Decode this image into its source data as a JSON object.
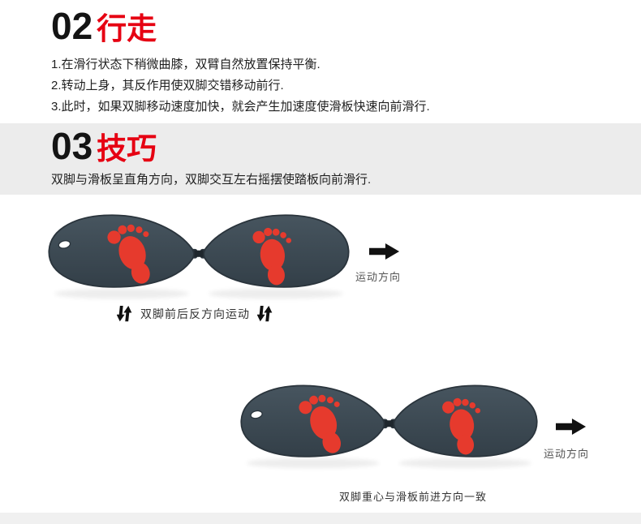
{
  "sections": {
    "walking": {
      "number": "02",
      "title": "行走",
      "lines": [
        "1.在滑行状态下稍微曲膝，双臂自然放置保持平衡.",
        "2.转动上身，其反作用使双脚交错移动前行.",
        "3.此时，如果双脚移动速度加快，就会产生加速度使滑板快速向前滑行."
      ]
    },
    "technique": {
      "number": "03",
      "title": "技巧",
      "description": "双脚与滑板呈直角方向，双脚交互左右摇摆使踏板向前滑行."
    }
  },
  "figures": {
    "fig1": {
      "direction_label": "运动方向",
      "caption": "双脚前后反方向运动"
    },
    "fig2": {
      "direction_label": "运动方向",
      "caption": "双脚重心与滑板前进方向一致"
    }
  },
  "colors": {
    "accent_red": "#e60012",
    "heading_black": "#141414",
    "body_text": "#1f1f1f",
    "band_bg": "#ececec",
    "board_top": "#47555f",
    "board_bottom": "#333f48",
    "board_edge": "#2a343c",
    "foot_red": "#e63a2d",
    "caption_gray": "#555555",
    "arrow_black": "#111111",
    "strip_bg": "#f0f0f0"
  }
}
